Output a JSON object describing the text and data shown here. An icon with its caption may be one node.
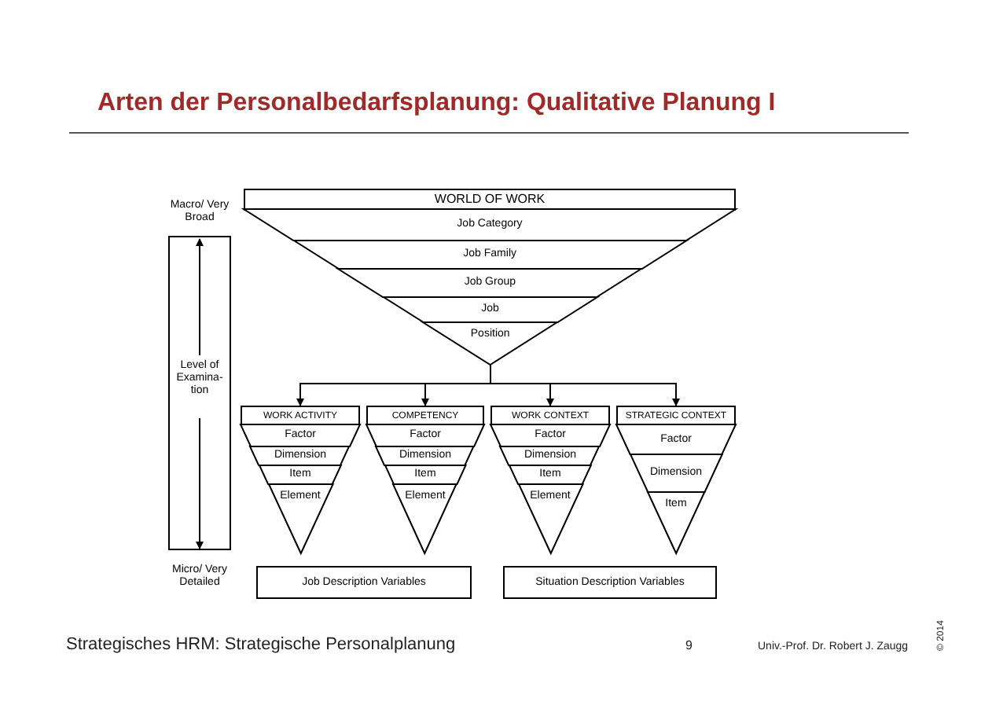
{
  "diagram": {
    "title": "Arten der Personalbedarfsplanung: Qualitative Planung I",
    "nodes": [
      {
        "text": [
          "Macro/ Very Broad"
        ]
      },
      {
        "text": [
          "Level of Examina- tion"
        ]
      },
      {
        "text": [
          "Micro/ Very Detailed"
        ]
      },
      {
        "text": [
          "WORLD OF WORK"
        ]
      },
      {
        "text": [
          "Job Category"
        ]
      },
      {
        "text": [
          "Job Family"
        ]
      },
      {
        "text": [
          "Job Group"
        ]
      },
      {
        "text": [
          "Job"
        ]
      },
      {
        "text": [
          "Position"
        ]
      },
      {
        "text": [
          "WORK ACTIVITY"
        ]
      },
      {
        "text": [
          "Factor"
        ]
      },
      {
        "text": [
          "Dimension"
        ]
      },
      {
        "text": [
          "Item"
        ]
      },
      {
        "text": [
          "Element"
        ]
      },
      {
        "text": [
          "COMPETENCY"
        ]
      },
      {
        "text": [
          "Factor"
        ]
      },
      {
        "text": [
          "Dimension"
        ]
      },
      {
        "text": [
          "Item"
        ]
      },
      {
        "text": [
          "Element"
        ]
      },
      {
        "text": [
          "WORK CONTEXT"
        ]
      },
      {
        "text": [
          "Factor"
        ]
      },
      {
        "text": [
          "Dimension"
        ]
      },
      {
        "text": [
          "Item"
        ]
      },
      {
        "text": [
          "Element"
        ]
      },
      {
        "text": [
          "STRATEGIC CONTEXT"
        ]
      },
      {
        "text": [
          "Factor"
        ]
      },
      {
        "text": [
          "Dimension"
        ]
      },
      {
        "text": [
          "Item"
        ]
      },
      {
        "text": [
          "Job Description Variables"
        ]
      },
      {
        "text": [
          "Situation Description Variables"
        ]
      }
    ],
    "edges": [
      {
        "from": 1,
        "to": 0,
        "arrow": "to"
      },
      {
        "from": 1,
        "to": 2,
        "arrow": "to"
      },
      {
        "from": 8,
        "to": 9,
        "arrow": "to"
      },
      {
        "from": 8,
        "to": 14,
        "arrow": "to"
      },
      {
        "from": 8,
        "to": 19,
        "arrow": "to"
      },
      {
        "from": 8,
        "to": 24,
        "arrow": "to"
      }
    ],
    "labels": [
      "Strategisches HRM: Strategische Personalplanung",
      "9",
      "Univ.-Prof. Dr. Robert J. Zaugg",
      "© 2014"
    ]
  }
}
